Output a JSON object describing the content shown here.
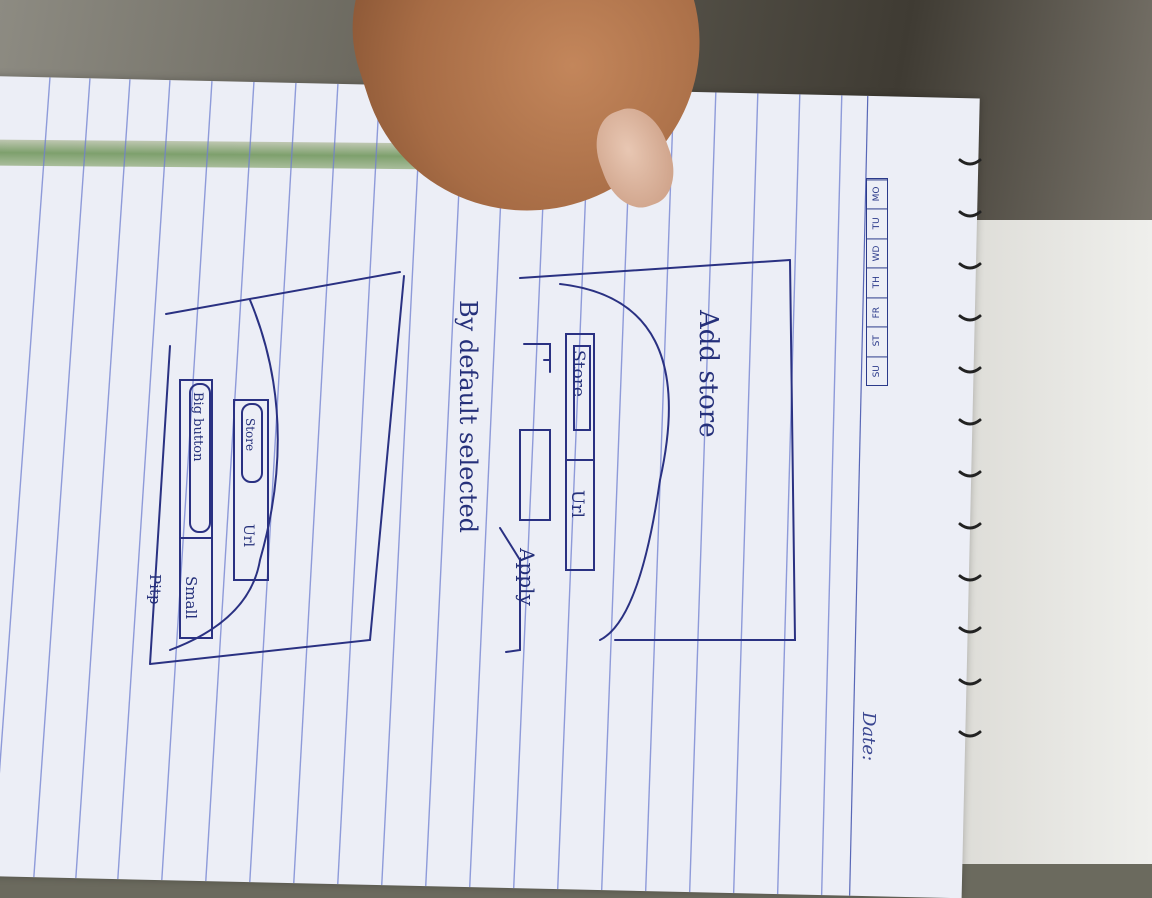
{
  "notebook": {
    "days": [
      "MO",
      "TU",
      "WD",
      "TH",
      "FR",
      "ST",
      "SU"
    ],
    "date_label": "Date:"
  },
  "sketch": {
    "title": "Add store",
    "tab_store": "Store",
    "tab_url": "Url",
    "apply": "Apply",
    "note": "By default selected",
    "inner_store": "Store",
    "inner_url": "Url",
    "big_button": "Big button",
    "small": "Small",
    "pitp": "Pitp"
  }
}
